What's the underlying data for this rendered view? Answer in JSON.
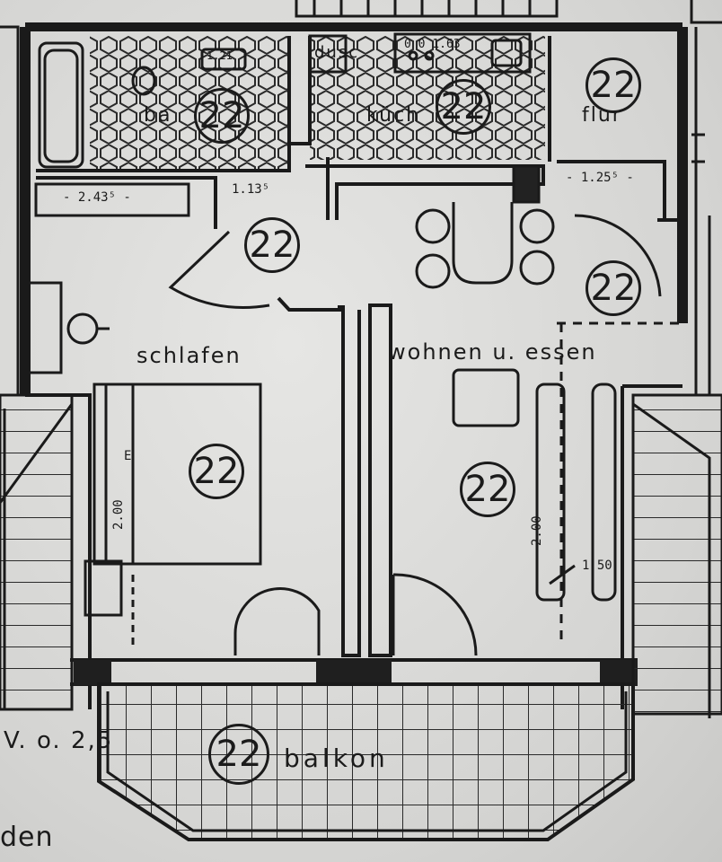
{
  "rooms": {
    "bad": "ba",
    "dusche": "dusc",
    "kueche": "küch",
    "flur": "flur",
    "schlafen": "schlafen",
    "wohnen": "wohnen u. essen",
    "balkon": "balkon"
  },
  "room_number": "22",
  "dimensions": {
    "bad_width": "- 2.43⁵ -",
    "passage_width": "1.13⁵",
    "flur_width": "- 1.25⁵ -",
    "bed_length": "2.00",
    "bed_side": "E",
    "sofa_length": "2.00",
    "sofa_width": "1.50",
    "stove_label": "0 0 1.63",
    "window_label": "1.21"
  },
  "footer": {
    "note": "V. o. 2,5",
    "cut_text": "den"
  }
}
